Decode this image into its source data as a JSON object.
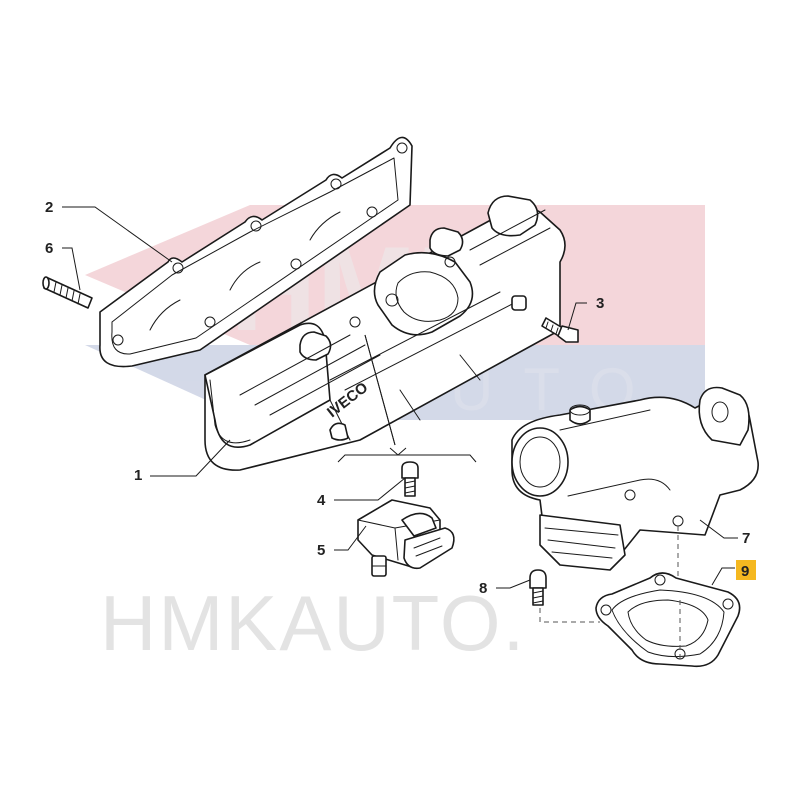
{
  "watermark": {
    "logo_text": "HMK",
    "logo_sub": "AUTO",
    "footer_text": "HMKAUTO.",
    "colors": {
      "red": "#f3d2d6",
      "blue": "#cfd5e6",
      "grey": "#e3e3e3"
    }
  },
  "stamp_text": "IVECO",
  "callouts": [
    {
      "id": "1",
      "label": "1"
    },
    {
      "id": "2",
      "label": "2"
    },
    {
      "id": "3",
      "label": "3"
    },
    {
      "id": "4",
      "label": "4"
    },
    {
      "id": "5",
      "label": "5"
    },
    {
      "id": "6",
      "label": "6"
    },
    {
      "id": "7",
      "label": "7"
    },
    {
      "id": "8",
      "label": "8"
    },
    {
      "id": "9",
      "label": "9",
      "highlighted": true
    }
  ],
  "highlight_color": "#f5b820"
}
